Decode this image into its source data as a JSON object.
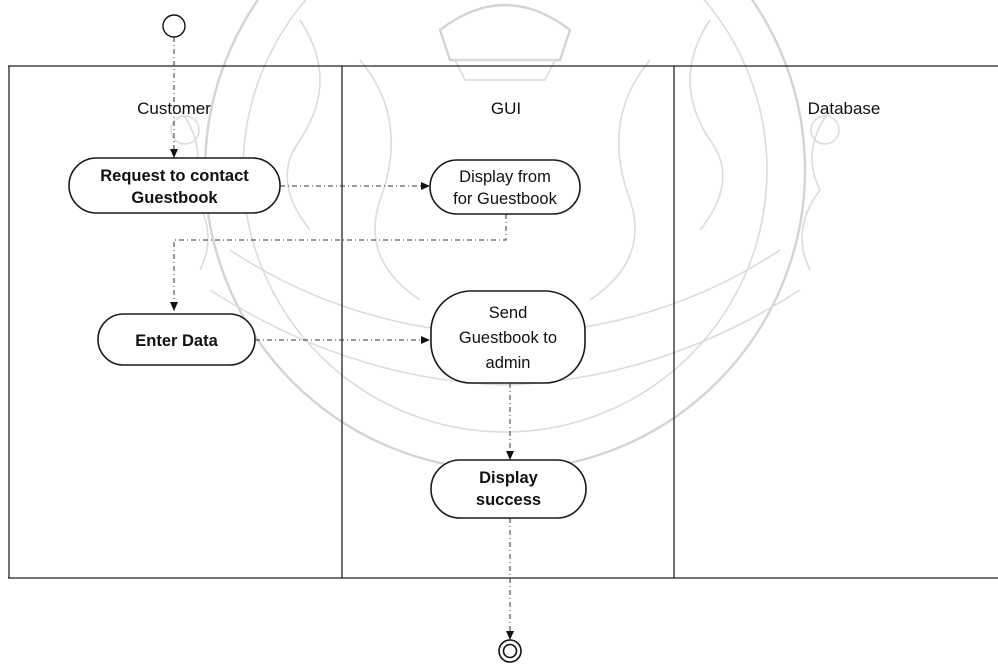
{
  "lanes": [
    {
      "title": "Customer"
    },
    {
      "title": "GUI"
    },
    {
      "title": "Database"
    }
  ],
  "activities": {
    "request": [
      "Request to contact",
      "Guestbook"
    ],
    "display_form": [
      "Display from",
      "for Guestbook"
    ],
    "enter_data": [
      "Enter Data"
    ],
    "send": [
      "Send",
      "Guestbook to",
      "admin"
    ],
    "display_success": [
      "Display",
      "success"
    ]
  }
}
